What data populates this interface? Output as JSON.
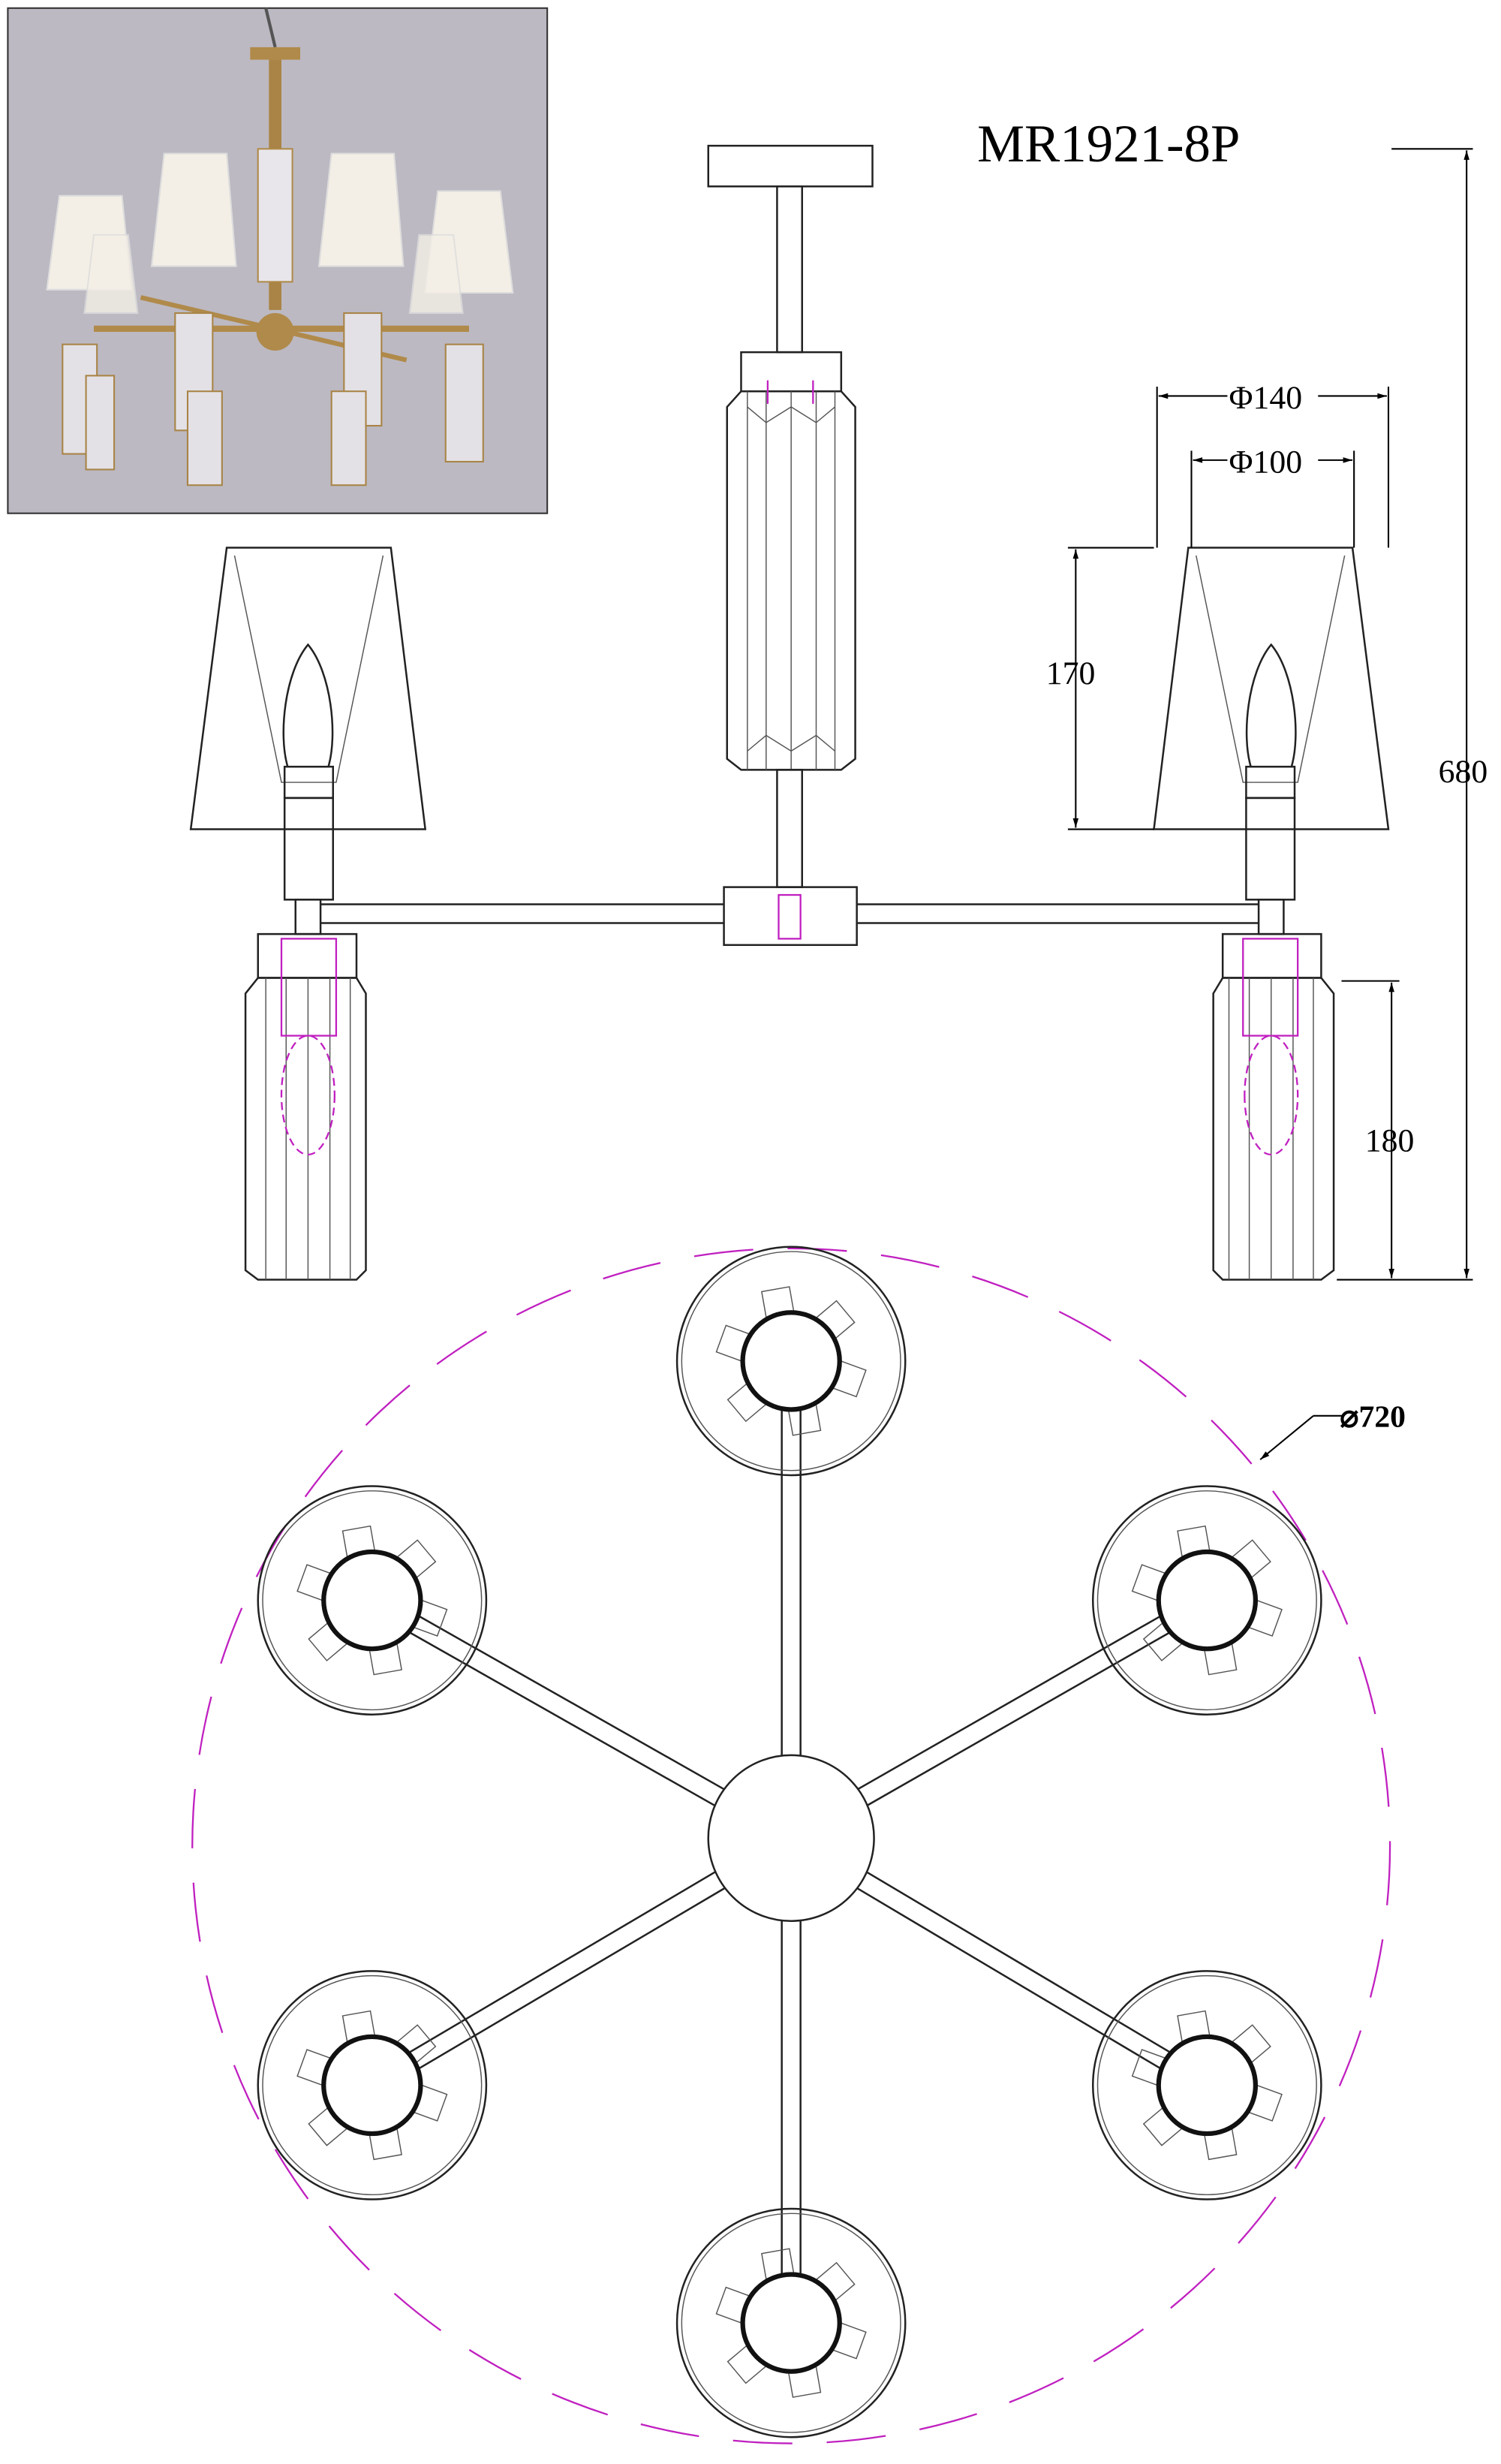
{
  "model": "MR1921-8P",
  "dimensions": {
    "shade_outer_diameter": "Φ140",
    "shade_inner_diameter": "Φ100",
    "shade_height": "170",
    "total_height": "680",
    "crystal_height": "180",
    "overall_diameter": "⌀720"
  },
  "colors": {
    "line": "#222222",
    "accent_magenta": "#c020c0",
    "photo_bg": "#b9b6c0",
    "brass": "#b08a4a"
  }
}
